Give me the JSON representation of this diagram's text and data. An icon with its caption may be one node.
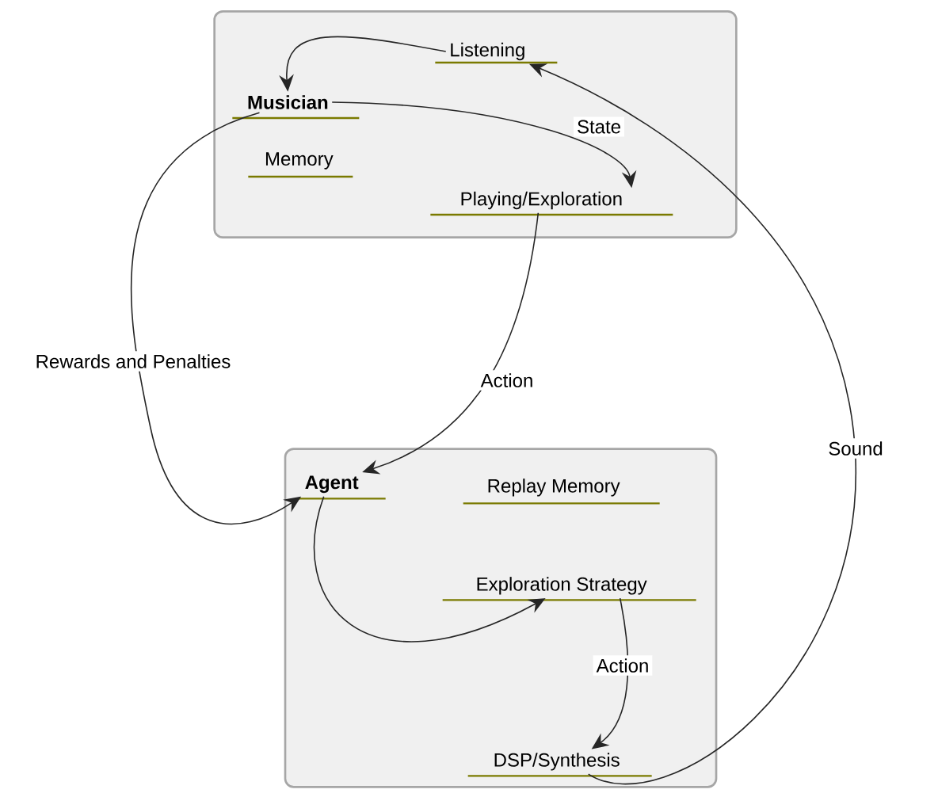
{
  "diagram": {
    "nodes": [
      {
        "text": [],
        "shape": "box"
      },
      {
        "text": [
          "Listening"
        ],
        "in": 0
      },
      {
        "text": [
          "Musician"
        ],
        "in": 0
      },
      {
        "text": [
          "Memory"
        ],
        "in": 0
      },
      {
        "text": [
          "Playing/Exploration"
        ],
        "in": 0
      },
      {
        "text": [],
        "shape": "box"
      },
      {
        "text": [
          "Agent"
        ],
        "in": 5
      },
      {
        "text": [
          "Replay Memory"
        ],
        "in": 5
      },
      {
        "text": [
          "Exploration Strategy"
        ],
        "in": 5
      },
      {
        "text": [
          "DSP/Synthesis"
        ],
        "in": 5
      }
    ],
    "edges": [
      {
        "from": 1,
        "to": 2,
        "arrow": "to"
      },
      {
        "from": 2,
        "to": 4,
        "arrow": "to",
        "label": "State"
      },
      {
        "from": 4,
        "to": 6,
        "arrow": "to",
        "label": "Action"
      },
      {
        "from": 2,
        "to": 6,
        "arrow": "to",
        "label": "Rewards and Penalties"
      },
      {
        "from": 6,
        "to": 8,
        "arrow": "to"
      },
      {
        "from": 8,
        "to": 9,
        "arrow": "to",
        "label": "Action"
      },
      {
        "from": 9,
        "to": 1,
        "arrow": "to",
        "label": "Sound"
      }
    ]
  }
}
